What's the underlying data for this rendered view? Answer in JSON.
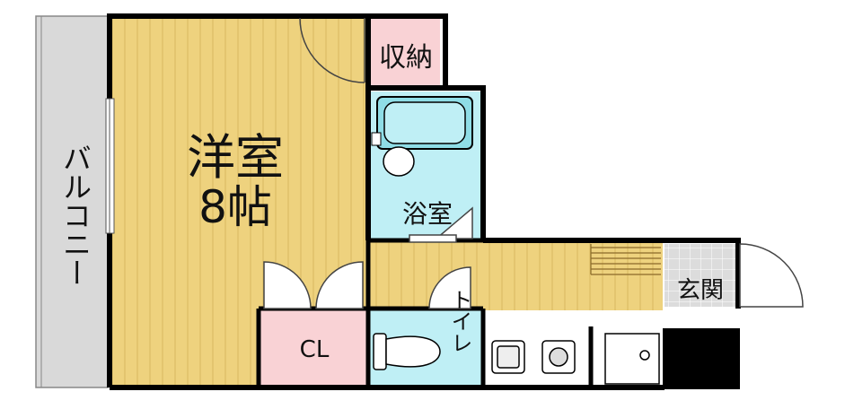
{
  "rooms": {
    "western_room": {
      "name": "洋室",
      "size": "8帖"
    },
    "storage": "収納",
    "bathroom": "浴室",
    "closet": "CL",
    "toilet": "トイレ",
    "entrance": "玄関",
    "balcony": "バルコニー"
  },
  "colors": {
    "wood_floor": "#eed27e",
    "wood_line": "#d4b25a",
    "bath_floor": "#bfeff5",
    "storage_floor": "#f9d2d5",
    "balcony_floor": "#d9d9d9",
    "entrance_tile": "#d9d9d9",
    "wall": "#000000"
  }
}
